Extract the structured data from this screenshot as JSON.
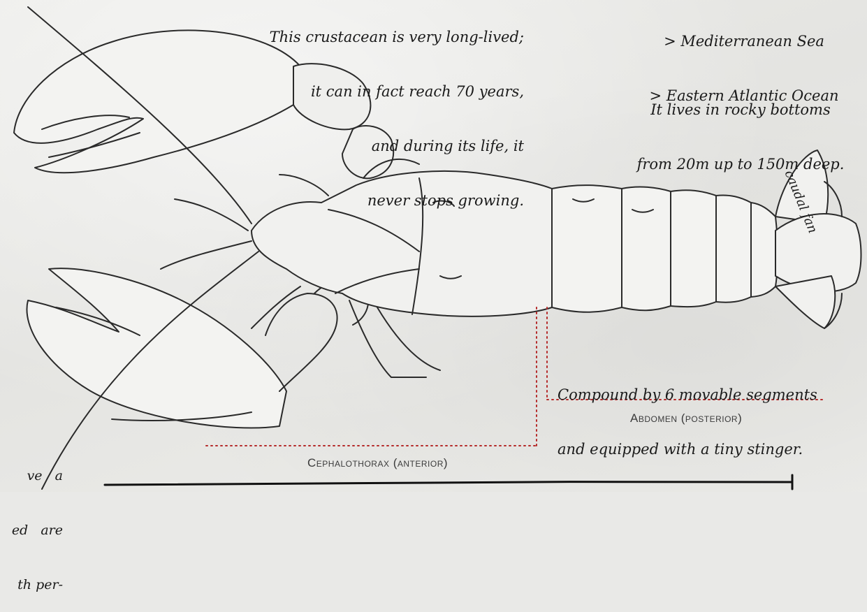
{
  "top_note": {
    "lines": [
      "This crustacean is very long-lived;",
      "it can in fact reach 70 years,",
      "and during its life, it",
      "never stops growing."
    ]
  },
  "distribution": {
    "lines": [
      "> Mediterranean Sea",
      "> Eastern Atlantic Ocean"
    ]
  },
  "habitat": {
    "lines": [
      "It lives in rocky bottoms",
      "from 20m up to 150m deep."
    ]
  },
  "caudal_fan_label": "caudal fan",
  "abdomen_note": {
    "lines": [
      "Compound by 6 movable segments",
      "and equipped with a tiny stinger."
    ]
  },
  "abdomen_label": "Abdomen (posterior)",
  "cephalothorax_label": "Cephalothorax (anterior)",
  "left_note": {
    "lines": [
      "ve   a",
      "ed   are",
      "th per-"
    ]
  },
  "colors": {
    "paper": "#e9e9e7",
    "ink": "#1e1e1e",
    "dotted_line": "#b52a2a"
  }
}
